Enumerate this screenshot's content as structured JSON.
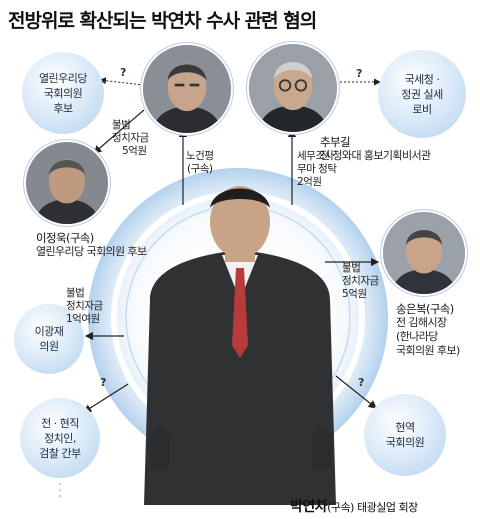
{
  "title": "전방위로 확산되는 박연차 수사 관련 혐의",
  "center": {
    "name": "박연차",
    "status": "(구속)",
    "role": "태광실업 회장"
  },
  "nodes": {
    "yeollin_candidate": {
      "line1": "열린우리당",
      "line2": "국회의원",
      "line3": "후보"
    },
    "tax_lobby": {
      "line1": "국세청 ·",
      "line2": "정권 실세",
      "line3": "로비"
    },
    "lee_gwangjae": {
      "line1": "이광재",
      "line2": "의원"
    },
    "politicians": {
      "line1": "전 · 현직",
      "line2": "정치인,",
      "line3": "검찰 간부"
    },
    "incumbent": {
      "line1": "현역",
      "line2": "국회의원"
    }
  },
  "people": {
    "no_geonpyeong": {
      "line1": "노건평",
      "line2": "(구속)"
    },
    "chu_bugil": {
      "name": "추부길",
      "role": "전 청와대 홍보기획비서관"
    },
    "lee_jeongwook": {
      "name": "이정욱(구속)",
      "role": "열린우리당 국회의원 후보"
    },
    "song_eunbok": {
      "name": "송은복(구속)",
      "role1": "전 김해시장",
      "role2": "(한나라당",
      "role3": "국회의원 후보)"
    }
  },
  "edges": {
    "to_lee_jeongwook": {
      "line1": "불법",
      "line2": "정치자금",
      "line3": "5억원"
    },
    "to_chu": {
      "line1": "세무조사",
      "line2": "무마 청탁",
      "line3": "2억원"
    },
    "to_song": {
      "line1": "불법",
      "line2": "정치자금",
      "line3": "5억원"
    },
    "to_lee_gwangjae": {
      "line1": "불법",
      "line2": "정치자금",
      "line3": "1억여원"
    }
  },
  "unknown_mark": "?",
  "colors": {
    "bubble": "#c7ddf2",
    "ring": "#9bbfe2",
    "arrow": "#222222"
  }
}
